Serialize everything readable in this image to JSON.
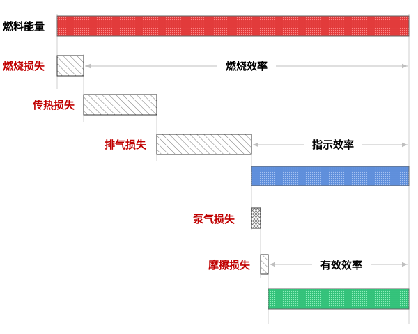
{
  "labels": {
    "fuel_energy": "燃料能量",
    "combustion_loss": "燃烧损失",
    "combustion_efficiency": "燃烧效率",
    "heat_transfer_loss": "传热损失",
    "exhaust_loss": "排气损失",
    "indicated_efficiency": "指示效率",
    "pumping_loss": "泵气损失",
    "friction_loss": "摩擦损失",
    "effective_efficiency": "有效效率"
  },
  "colors": {
    "fuel_bar": "#e23b3b",
    "indicated_bar": "#5f8fdb",
    "effective_bar": "#33c27a",
    "loss_label": "#c00000",
    "main_label": "#000000"
  }
}
